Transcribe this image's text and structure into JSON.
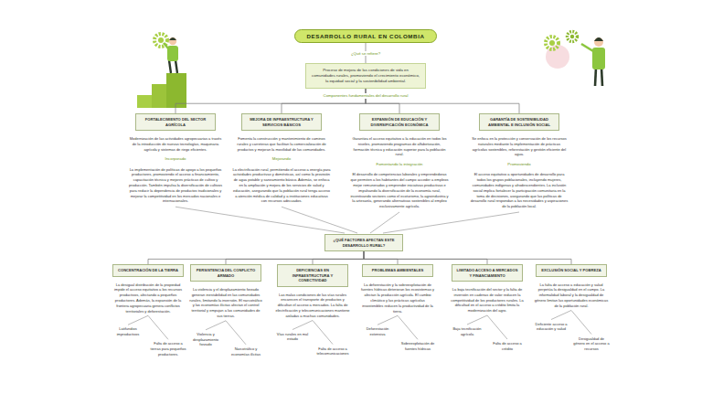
{
  "diagram": {
    "nodes": [
      {
        "text": [
          "DESARROLLO RURAL EN COLOMBIA"
        ]
      },
      {
        "text": [
          "Proceso de mejora de las condiciones de vida en comunidades rurales, promoviendo el crecimiento económico, la equidad social y la sostenibilidad ambiental."
        ]
      },
      {
        "text": [
          "FORTALECIMIENTO DEL SECTOR AGRÍCOLA"
        ]
      },
      {
        "text": [
          "MEJORA DE INFRAESTRUCTURA Y SERVICIOS BÁSICOS"
        ]
      },
      {
        "text": [
          "EXPANSIÓN DE EDUCACIÓN Y DIVERSIFICACIÓN ECONÓMICA"
        ]
      },
      {
        "text": [
          "GARANTÍA DE SOSTENIBILIDAD AMBIENTAL E INCLUSIÓN SOCIAL"
        ]
      },
      {
        "text": [
          "¿QUÉ FACTORES AFECTAN ESTE DESARROLLO RURAL?"
        ]
      },
      {
        "text": [
          "CONCENTRACIÓN DE LA TIERRA"
        ]
      },
      {
        "text": [
          "PERSISTENCIA DEL CONFLICTO ARMADO"
        ]
      },
      {
        "text": [
          "DEFICIENCIAS EN INFRAESTRUCTURA Y CONECTIVIDAD"
        ]
      },
      {
        "text": [
          "PROBLEMAS AMBIENTALES"
        ]
      },
      {
        "text": [
          "LIMITADO ACCESO A MERCADOS Y FINANCIAMIENTO"
        ]
      },
      {
        "text": [
          "EXCLUSIÓN SOCIAL Y POBREZA"
        ]
      }
    ],
    "edges": [
      {
        "from": 0,
        "to": 1,
        "label": "¿Qué se refiere?",
        "arrow": "none"
      },
      {
        "from": 1,
        "to": 2,
        "arrow": "none"
      },
      {
        "from": 1,
        "to": 3,
        "arrow": "none"
      },
      {
        "from": 1,
        "to": 4,
        "arrow": "none"
      },
      {
        "from": 1,
        "to": 5,
        "arrow": "none"
      },
      {
        "from": 6,
        "to": 7,
        "arrow": "none"
      },
      {
        "from": 6,
        "to": 8,
        "arrow": "none"
      },
      {
        "from": 6,
        "to": 9,
        "arrow": "none"
      },
      {
        "from": 6,
        "to": 10,
        "arrow": "none"
      },
      {
        "from": 6,
        "to": 11,
        "arrow": "none"
      },
      {
        "from": 6,
        "to": 12,
        "arrow": "none"
      }
    ],
    "labels": [
      "Componentes fundamentales del desarrollo rural",
      "Modernización de las actividades agropecuarias a través de la introducción de nuevas tecnologías, maquinaria agrícola y sistemas de riego eficientes.",
      "Incorporado",
      "La implementación de políticas de apoyo a los pequeños productores, promoviendo el acceso a financiamiento, capacitación técnica y mejores prácticas de cultivo y producción. También impulsa la diversificación de cultivos para reducir la dependencia de productos tradicionales y mejorar la competitividad en los mercados nacionales e internacionales.",
      "Fomenta la construcción y mantenimiento de caminos rurales y carreteras que facilitan la comercialización de productos y mejoran la movilidad de las comunidades.",
      "Mejorando",
      "La electrificación rural, permitiendo el acceso a energía para actividades productivas y domésticas, así como la provisión de agua potable y saneamiento básico. Además, se enfoca en la ampliación y mejora de los servicios de salud y educación, asegurando que la población rural tenga acceso a atención médica de calidad y a instituciones educativas con recursos adecuados.",
      "Garantiza el acceso equitativo a la educación en todos los niveles, promoviendo programas de alfabetización, formación técnica y educación superior para la población rural.",
      "Fomentando la integración",
      "El desarrollo de competencias laborales y emprendedoras que permiten a los habitantes del campo acceder a empleos mejor remunerados y emprender iniciativas productivas e impulsando la diversificación de la economía rural, incentivando sectores como el ecoturismo, la agroindustria y la artesanía, generando alternativas sostenibles al empleo exclusivamente agrícola.",
      "Se enfoca en la protección y conservación de los recursos naturales mediante la implementación de prácticas agrícolas sostenibles, reforestación y gestión eficiente del agua.",
      "Promoviendo",
      "El acceso equitativo a oportunidades de desarrollo para todos los grupos poblacionales, incluyendo mujeres, comunidades indígenas y afrodescendientes. La inclusión social implica fortalecer la participación comunitaria en la toma de decisiones, asegurando que las políticas de desarrollo rural respondan a las necesidades y aspiraciones de la población local.",
      "La desigual distribución de la propiedad impide el acceso equitativo a los recursos productivos, afectando a pequeños productores. Además, la expansión de la frontera agropecuaria genera conflictos territoriales y deforestación.",
      "Latifundios improductivos",
      "Falta de acceso a tierras para pequeños productores.",
      "La violencia y el desplazamiento forzado generan inestabilidad en las comunidades rurales, limitando la inversión. El narcotráfico y las economías ilícitas afectan el control territorial y empujan a las comunidades de sus tierras.",
      "Violencia y desplazamiento forzado",
      "Narcotráfico y economías ilícitas",
      "Las malas condiciones de las vías rurales encarecen el transporte de productos y dificultan el acceso a mercados. La falta de electrificación y telecomunicaciones mantiene aisladas a muchas comunidades.",
      "Vías rurales en mal estado",
      "Falta de acceso a telecomunicaciones",
      "La deforestación y la sobreexplotación de fuentes hídricas deterioran los ecosistemas y afectan la producción agrícola. El cambio climático y las prácticas agrícolas insostenibles reducen la productividad de la tierra.",
      "Deforestación extensiva",
      "Sobreexplotación de fuentes hídricas",
      "La baja tecnificación del sector y la falta de inversión en cadenas de valor reducen la competitividad de los productores rurales. La dificultad en el acceso a crédito limita la modernización del agro.",
      "Baja tecnificación agrícola",
      "Falta de acceso a crédito",
      "La falta de acceso a educación y salud perpetúa la desigualdad en el campo. La informalidad laboral y la desigualdad de género limitan las oportunidades económicas de la población rural.",
      "Deficiente acceso a educación y salud",
      "Desigualdad de género en el acceso a recursos"
    ]
  }
}
